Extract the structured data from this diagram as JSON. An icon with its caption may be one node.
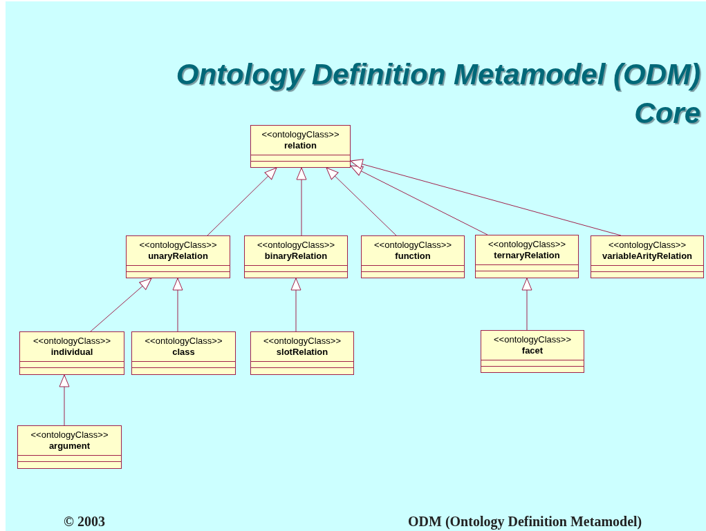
{
  "diagram": {
    "title": "Ontology Definition Metamodel (ODM) Core",
    "nodes": [
      {
        "text": [
          "<<ontologyClass>>",
          "relation"
        ]
      },
      {
        "text": [
          "<<ontologyClass>>",
          "unaryRelation"
        ]
      },
      {
        "text": [
          "<<ontologyClass>>",
          "binaryRelation"
        ]
      },
      {
        "text": [
          "<<ontologyClass>>",
          "function"
        ]
      },
      {
        "text": [
          "<<ontologyClass>>",
          "ternaryRelation"
        ]
      },
      {
        "text": [
          "<<ontologyClass>>",
          "variableArityRelation"
        ]
      },
      {
        "text": [
          "<<ontologyClass>>",
          "individual"
        ]
      },
      {
        "text": [
          "<<ontologyClass>>",
          "class"
        ]
      },
      {
        "text": [
          "<<ontologyClass>>",
          "slotRelation"
        ]
      },
      {
        "text": [
          "<<ontologyClass>>",
          "facet"
        ]
      },
      {
        "text": [
          "<<ontologyClass>>",
          "argument"
        ]
      }
    ],
    "edges": [
      {
        "from": 1,
        "to": 0,
        "arrow": "to"
      },
      {
        "from": 2,
        "to": 0,
        "arrow": "to"
      },
      {
        "from": 3,
        "to": 0,
        "arrow": "to"
      },
      {
        "from": 4,
        "to": 0,
        "arrow": "to"
      },
      {
        "from": 5,
        "to": 0,
        "arrow": "to"
      },
      {
        "from": 6,
        "to": 1,
        "arrow": "to"
      },
      {
        "from": 7,
        "to": 1,
        "arrow": "to"
      },
      {
        "from": 8,
        "to": 2,
        "arrow": "to"
      },
      {
        "from": 9,
        "to": 4,
        "arrow": "to"
      },
      {
        "from": 10,
        "to": 6,
        "arrow": "to"
      }
    ],
    "labels": [
      "© 2003",
      "ODM (Ontology Definition Metamodel)"
    ]
  }
}
